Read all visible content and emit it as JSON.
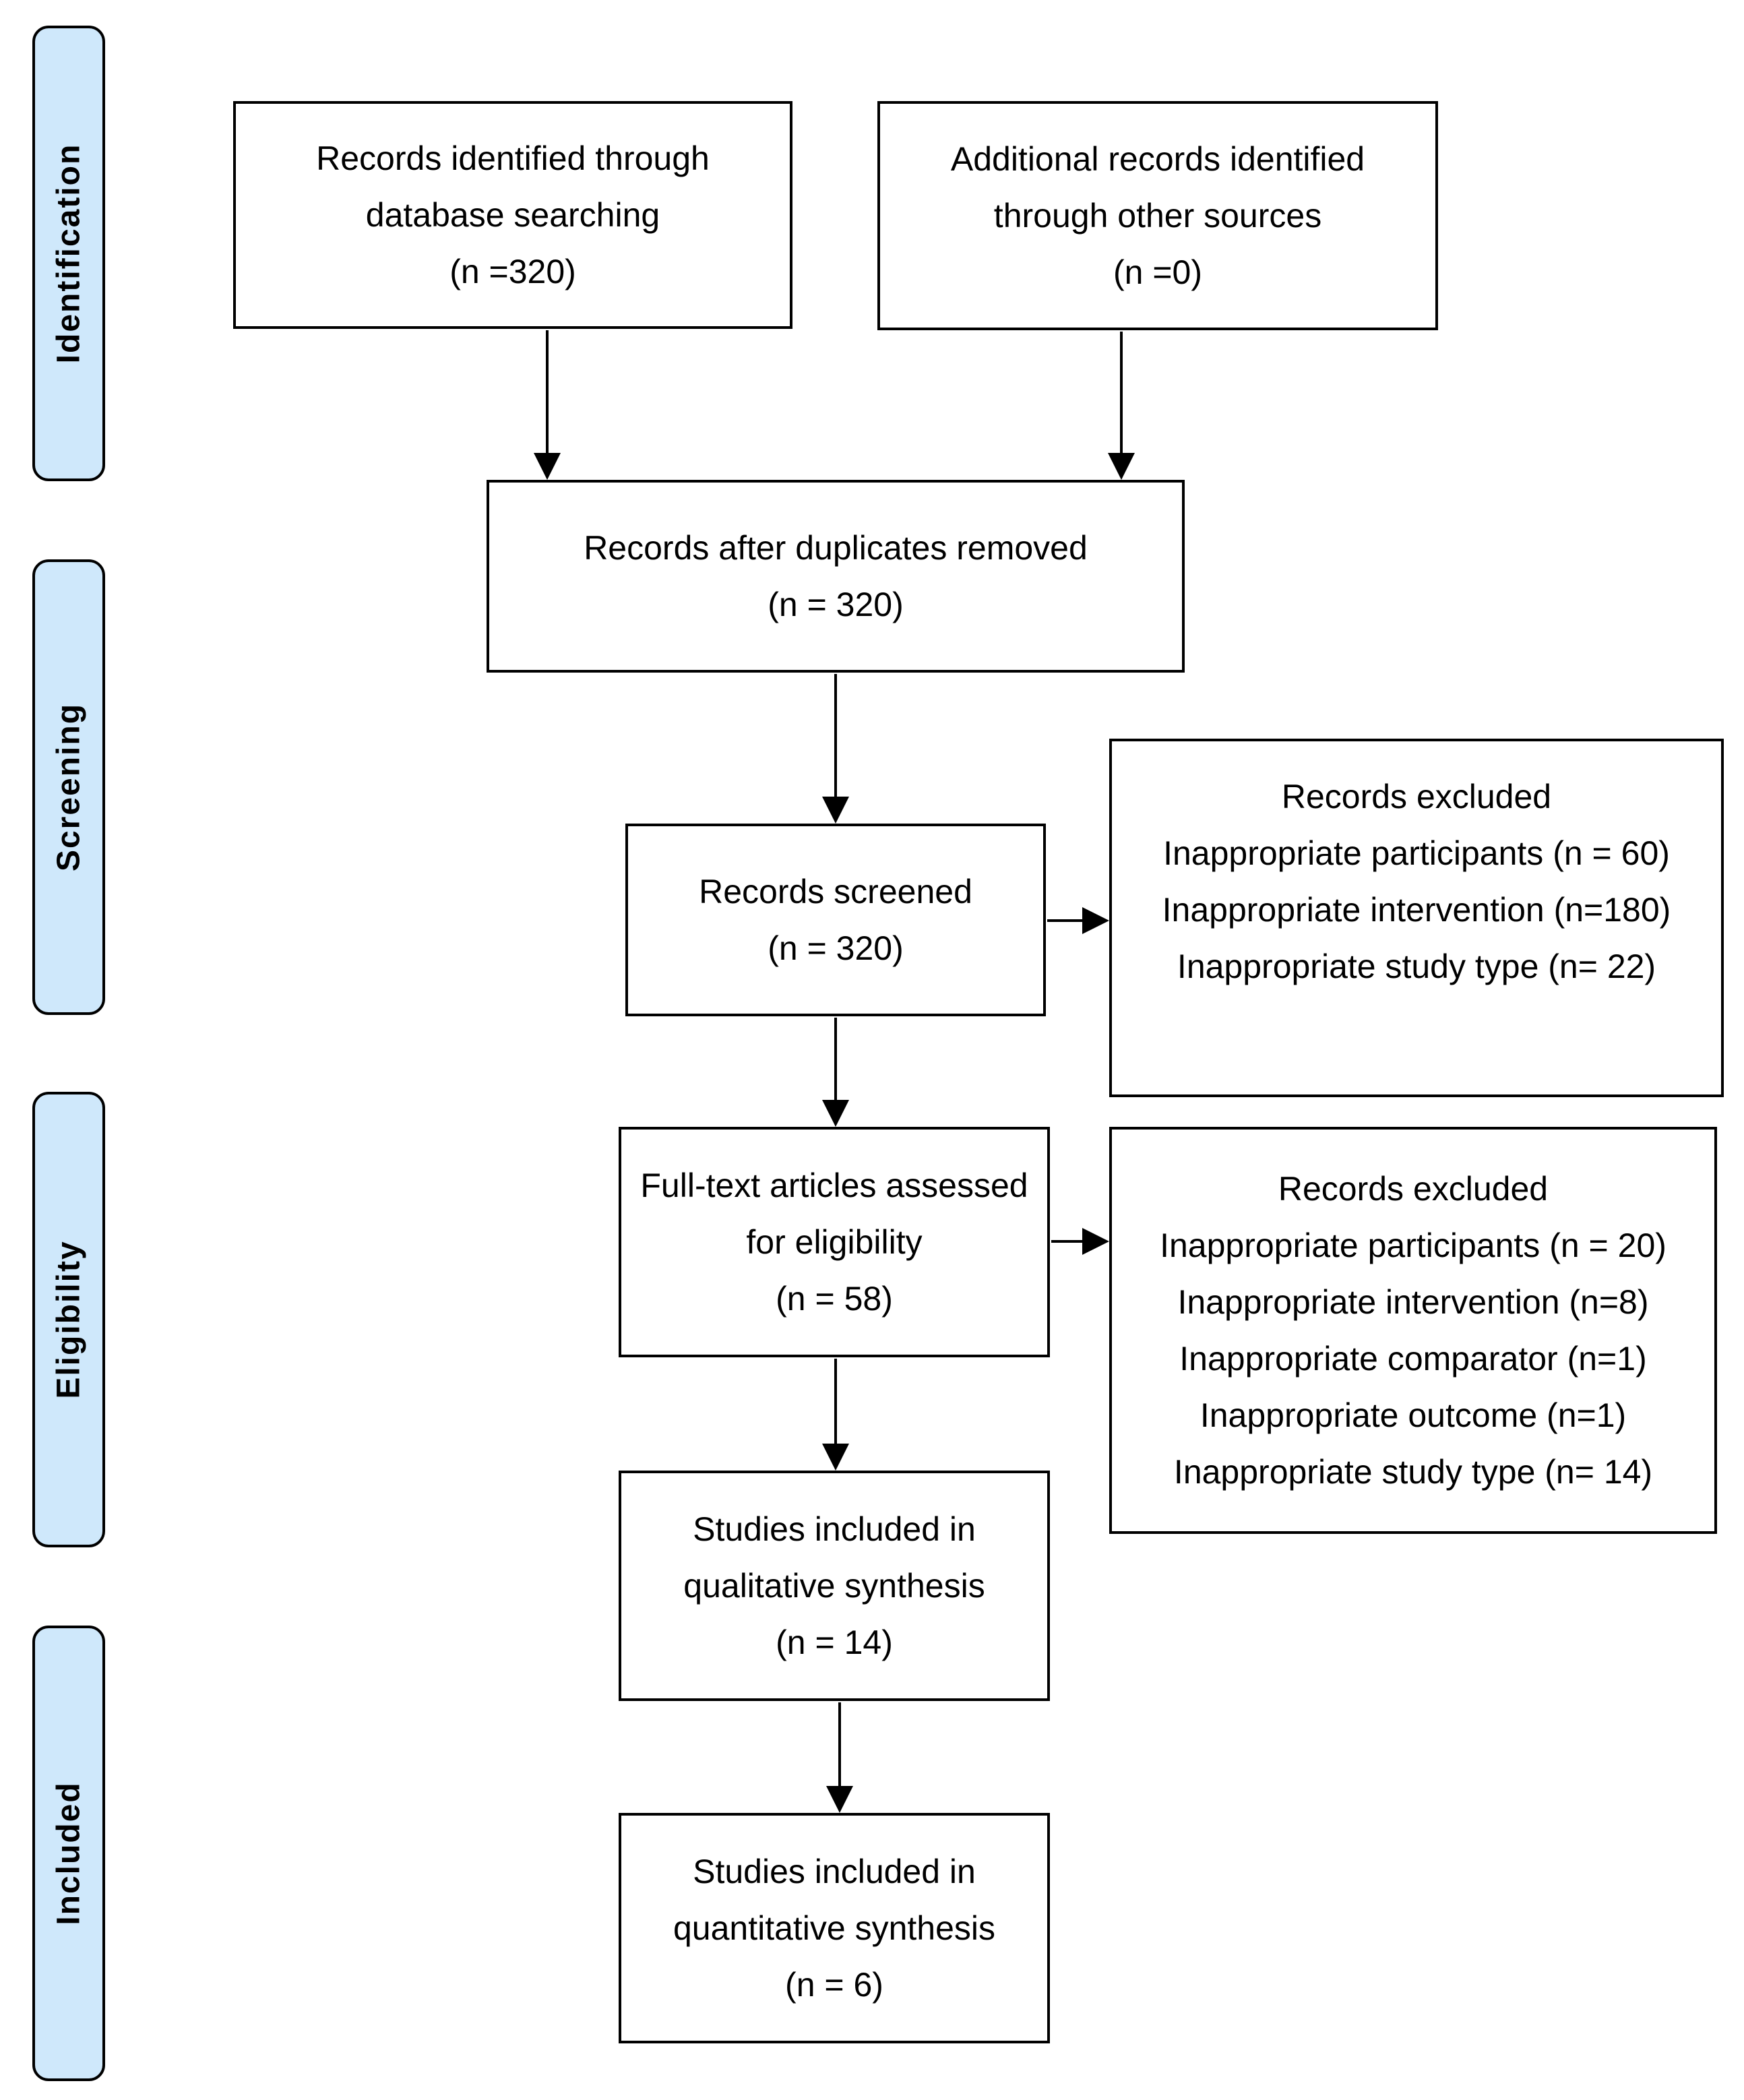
{
  "stages": {
    "identification": "Identification",
    "screening": "Screening",
    "eligibility": "Eligibility",
    "included": "Included"
  },
  "boxes": {
    "database": {
      "lines": [
        "Records identified through",
        "database searching",
        "(n =320)"
      ]
    },
    "other": {
      "lines": [
        "Additional records identified",
        "through other sources",
        "(n =0)"
      ]
    },
    "duplicates": {
      "lines": [
        "Records after duplicates removed",
        "(n = 320)"
      ]
    },
    "screened": {
      "lines": [
        "Records screened",
        "(n = 320)"
      ]
    },
    "excluded1": {
      "lines": [
        "Records excluded",
        "Inappropriate participants (n = 60)",
        "Inappropriate intervention (n=180)",
        "Inappropriate study type (n= 22)"
      ]
    },
    "fulltext": {
      "lines": [
        "Full-text articles assessed",
        "for eligibility",
        "(n = 58)"
      ]
    },
    "excluded2": {
      "lines": [
        "Records excluded",
        "Inappropriate participants (n = 20)",
        "Inappropriate intervention (n=8)",
        "Inappropriate comparator (n=1)",
        "Inappropriate outcome (n=1)",
        "Inappropriate study type (n= 14)"
      ]
    },
    "qualitative": {
      "lines": [
        "Studies included in",
        "qualitative synthesis",
        "(n = 14)"
      ]
    },
    "quantitative": {
      "lines": [
        "Studies included in",
        "quantitative synthesis",
        "(n = 6)"
      ]
    }
  }
}
